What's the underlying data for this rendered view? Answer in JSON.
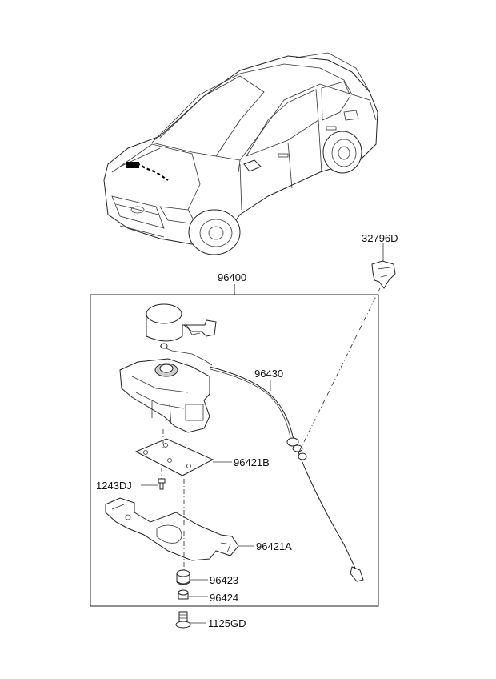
{
  "diagram": {
    "part_labels": {
      "assembly": "96400",
      "bracket_clip": "32796D",
      "cable": "96430",
      "bracket_upper": "96421B",
      "bolt_small": "1243DJ",
      "bracket_lower": "96421A",
      "bushing": "96423",
      "collar": "96424",
      "bolt_mount": "1125GD"
    }
  }
}
